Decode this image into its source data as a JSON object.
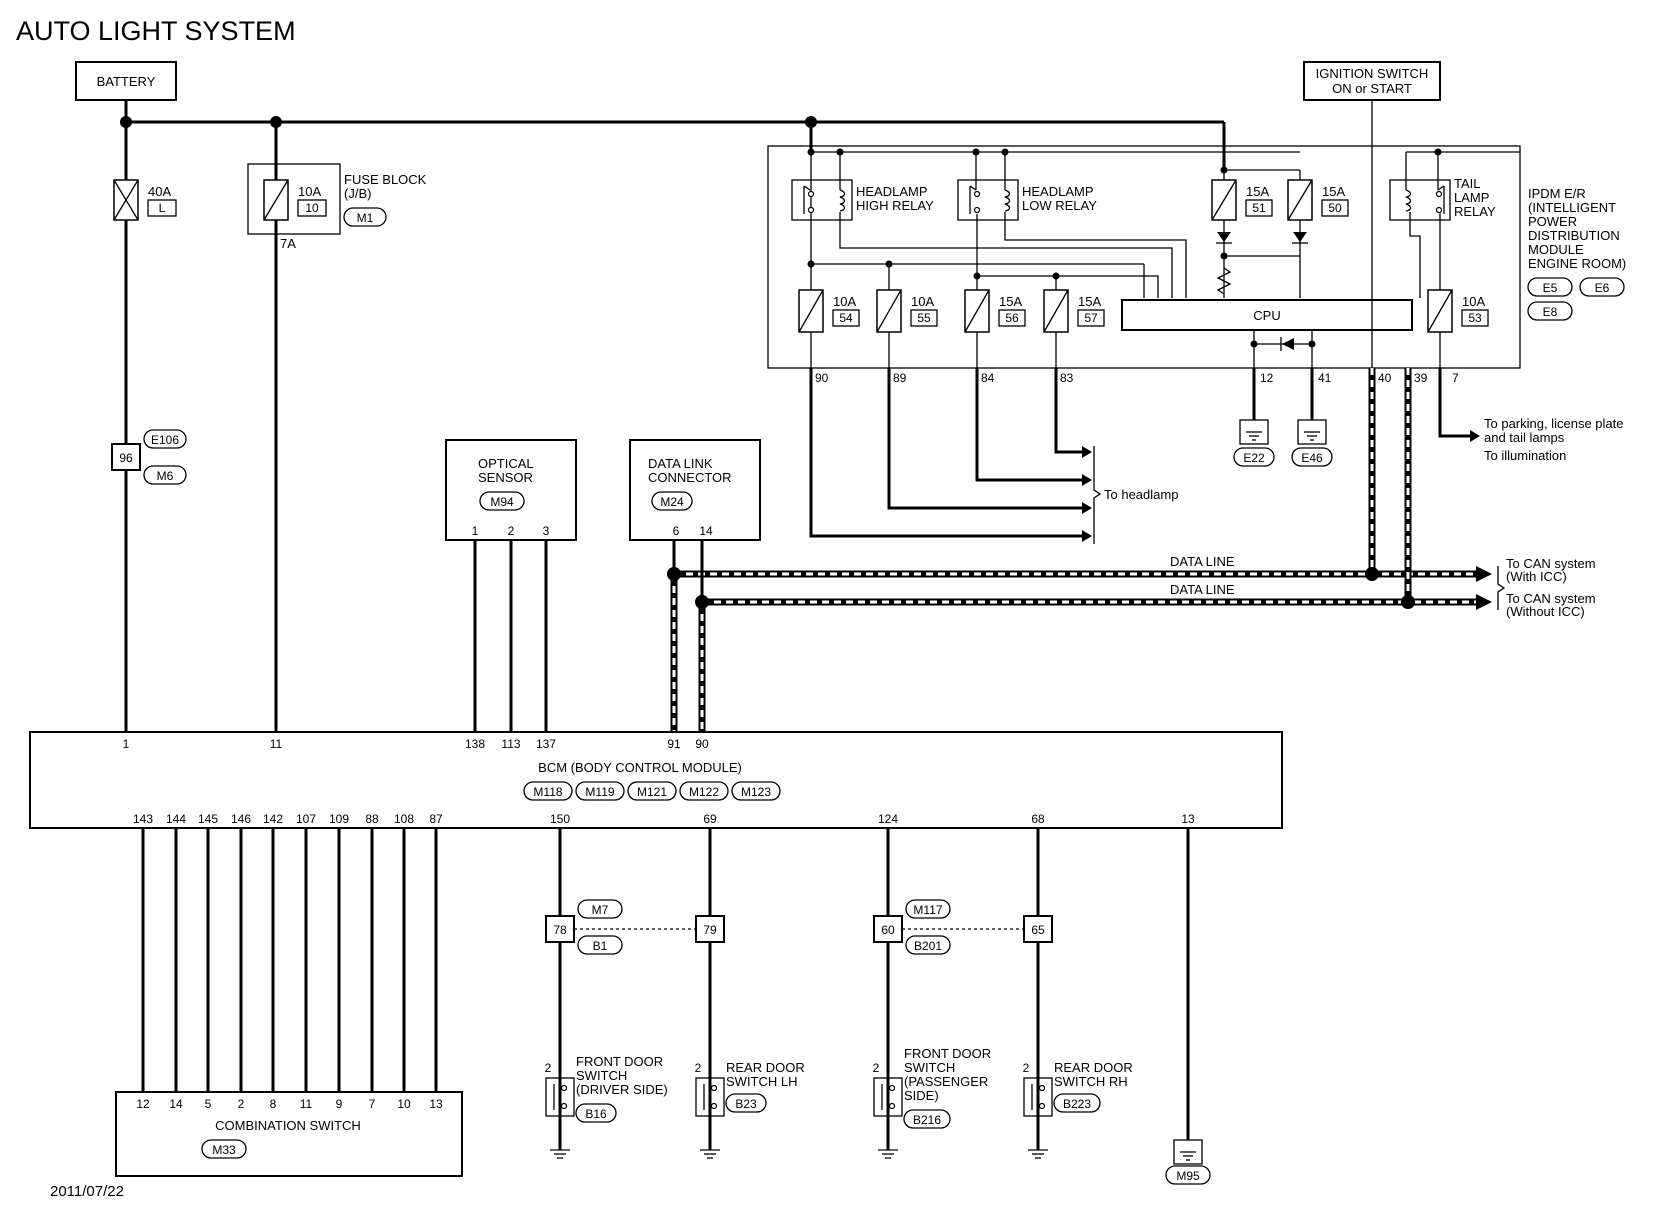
{
  "title": "AUTO LIGHT SYSTEM",
  "date": "2011/07/22",
  "battery": "BATTERY",
  "ignition": [
    "IGNITION SWITCH",
    "ON or START"
  ],
  "fuse_40a": {
    "rating": "40A",
    "id": "L"
  },
  "fuse_block": {
    "rating": "10A",
    "id": "10",
    "label": [
      "FUSE BLOCK",
      "(J/B)"
    ],
    "connector": "M1",
    "terminal": "7A"
  },
  "inline_connector": {
    "pin": "96",
    "connectors": [
      "E106",
      "M6"
    ]
  },
  "ipdm": {
    "label": [
      "IPDM E/R",
      "(INTELLIGENT",
      "POWER",
      "DISTRIBUTION",
      "MODULE",
      "ENGINE ROOM)"
    ],
    "connectors": [
      "E5",
      "E6",
      "E8"
    ],
    "high_relay": [
      "HEADLAMP",
      "HIGH RELAY"
    ],
    "low_relay": [
      "HEADLAMP",
      "LOW RELAY"
    ],
    "tail_relay": [
      "TAIL",
      "LAMP",
      "RELAY"
    ],
    "cpu": "CPU",
    "fuses": [
      {
        "rating": "10A",
        "id": "54"
      },
      {
        "rating": "10A",
        "id": "55"
      },
      {
        "rating": "15A",
        "id": "56"
      },
      {
        "rating": "15A",
        "id": "57"
      },
      {
        "rating": "15A",
        "id": "51"
      },
      {
        "rating": "15A",
        "id": "50"
      },
      {
        "rating": "10A",
        "id": "53"
      }
    ],
    "terminals": [
      "90",
      "89",
      "84",
      "83",
      "12",
      "41",
      "40",
      "39",
      "7"
    ],
    "grounds": [
      "E22",
      "E46"
    ]
  },
  "to_headlamp": "To headlamp",
  "to_parking": [
    "To parking, license plate",
    "and tail lamps",
    "To illumination"
  ],
  "data_line": "DATA LINE",
  "to_can_icc": [
    "To CAN system",
    "(With ICC)"
  ],
  "to_can_noicc": [
    "To CAN system",
    "(Without ICC)"
  ],
  "optical_sensor": {
    "label": [
      "OPTICAL",
      "SENSOR"
    ],
    "connector": "M94",
    "pins": [
      "1",
      "2",
      "3"
    ]
  },
  "dlc": {
    "label": [
      "DATA LINK",
      "CONNECTOR"
    ],
    "connector": "M24",
    "pins": [
      "6",
      "14"
    ]
  },
  "bcm": {
    "label": "BCM (BODY CONTROL MODULE)",
    "connectors": [
      "M118",
      "M119",
      "M121",
      "M122",
      "M123"
    ],
    "top_pins": [
      "1",
      "11",
      "138",
      "113",
      "137",
      "91",
      "90"
    ],
    "bottom_pins": [
      "143",
      "144",
      "145",
      "146",
      "142",
      "107",
      "109",
      "88",
      "108",
      "87",
      "150",
      "69",
      "124",
      "68",
      "13"
    ]
  },
  "combination_switch": {
    "label": "COMBINATION SWITCH",
    "connector": "M33",
    "pins": [
      "12",
      "14",
      "5",
      "2",
      "8",
      "11",
      "9",
      "7",
      "10",
      "13"
    ]
  },
  "joint_left": {
    "pins": [
      "78",
      "79"
    ],
    "connectors": [
      "M7",
      "B1"
    ]
  },
  "joint_right": {
    "pins": [
      "60",
      "65"
    ],
    "connectors": [
      "M117",
      "B201"
    ]
  },
  "door_switches": [
    {
      "pin": "2",
      "label": [
        "FRONT DOOR",
        "SWITCH",
        "(DRIVER SIDE)"
      ],
      "connector": "B16"
    },
    {
      "pin": "2",
      "label": [
        "REAR DOOR",
        "SWITCH LH"
      ],
      "connector": "B23"
    },
    {
      "pin": "2",
      "label": [
        "FRONT DOOR",
        "SWITCH",
        "(PASSENGER",
        "SIDE)"
      ],
      "connector": "B216"
    },
    {
      "pin": "2",
      "label": [
        "REAR DOOR",
        "SWITCH RH"
      ],
      "connector": "B223"
    }
  ],
  "bcm_ground": "M95"
}
